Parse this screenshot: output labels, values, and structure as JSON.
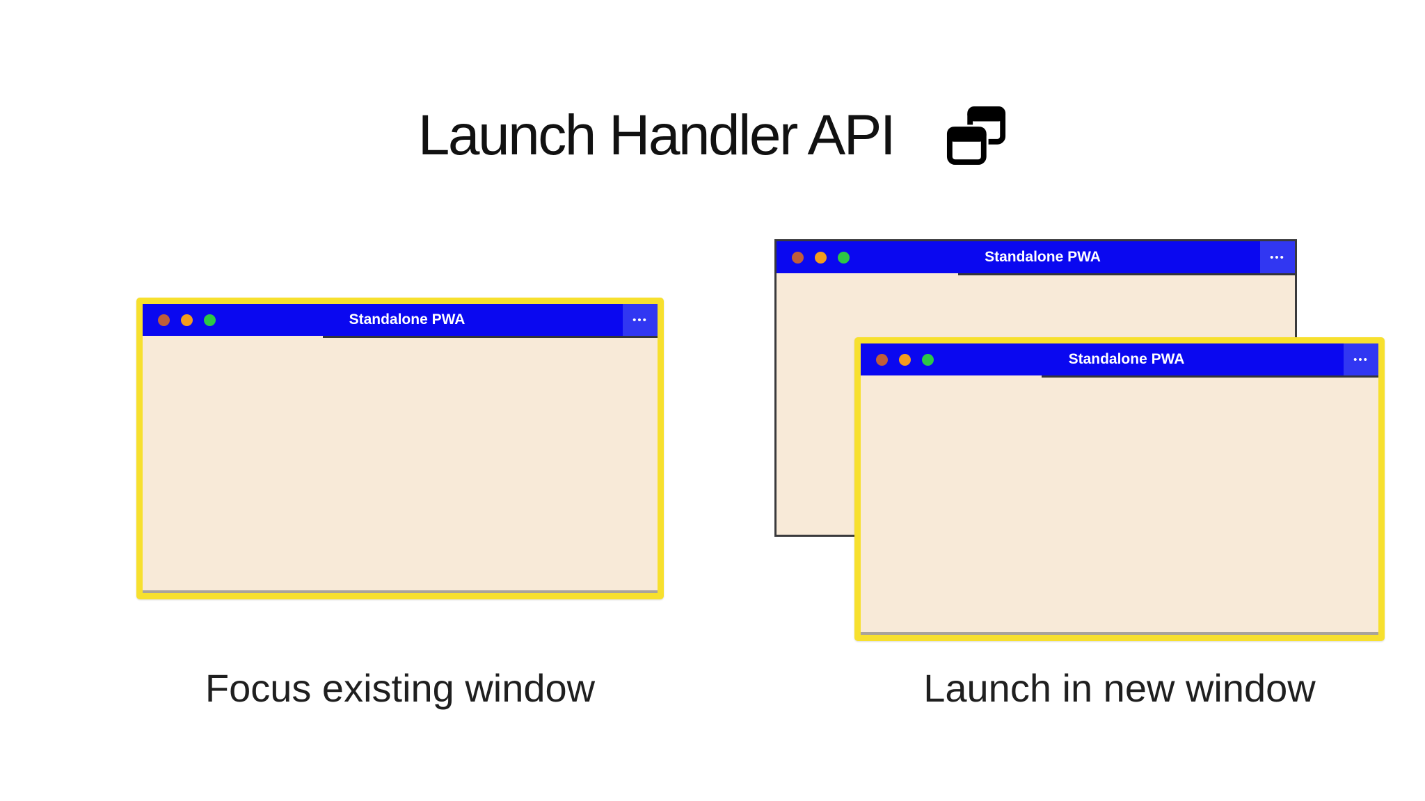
{
  "header": {
    "title": "Launch Handler API",
    "icon": "overlapping-windows-icon"
  },
  "palette": {
    "titlebar_blue": "#0a08f0",
    "menu_button_blue": "#3137f2",
    "highlight_yellow": "#f7e02e",
    "content_cream": "#f8ead8",
    "close_dot": "#bf5e3b",
    "minimize_dot": "#f49c1d",
    "zoom_dot": "#2dc845",
    "plain_window_border": "#3a3a3c",
    "caption_text": "#1f1f1f"
  },
  "left_panel": {
    "window_title": "Standalone PWA",
    "menu_label": "•••",
    "caption": "Focus existing window"
  },
  "right_panel": {
    "back_window_title": "Standalone PWA",
    "back_menu_label": "•••",
    "front_window_title": "Standalone PWA",
    "front_menu_label": "•••",
    "caption": "Launch in new window"
  }
}
